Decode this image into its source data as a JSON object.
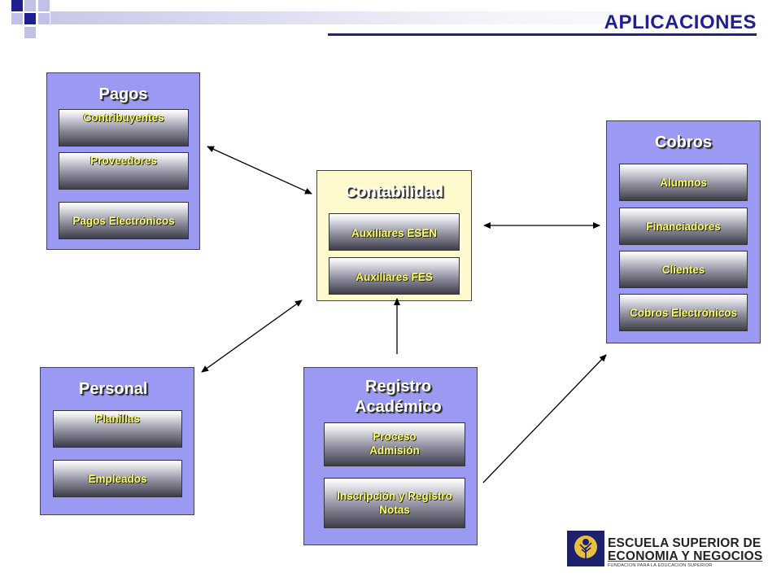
{
  "header": {
    "title": "APLICACIONES"
  },
  "colors": {
    "panel": "#9a9af2",
    "panel_center": "#fffacd",
    "accent": "#1f1f8f",
    "button_text": "#ffff66"
  },
  "pagos": {
    "title": "Pagos",
    "items": [
      "Contribuyentes",
      "Proveedores",
      "Pagos Electrónicos"
    ]
  },
  "contabilidad": {
    "title": "Contabilidad",
    "items": [
      "Auxiliares ESEN",
      "Auxiliares FES"
    ]
  },
  "cobros": {
    "title": "Cobros",
    "items": [
      "Alumnos",
      "Financiadores",
      "Clientes",
      "Cobros Electrónicos"
    ]
  },
  "personal": {
    "title": "Personal",
    "items": [
      "Planillas",
      "Empleados"
    ]
  },
  "registro": {
    "title_line1": "Registro",
    "title_line2": "Académico",
    "items": [
      {
        "line1": "Proceso",
        "line2": "Admisión"
      },
      {
        "line1": "Inscripción y Registro",
        "line2": "Notas"
      }
    ]
  },
  "logo": {
    "line1": "ESCUELA SUPERIOR DE",
    "line2": "ECONOMIA Y NEGOCIOS",
    "line3": "FUNDACION PARA LA EDUCACION SUPERIOR",
    "icon": "tree-emblem-icon"
  }
}
